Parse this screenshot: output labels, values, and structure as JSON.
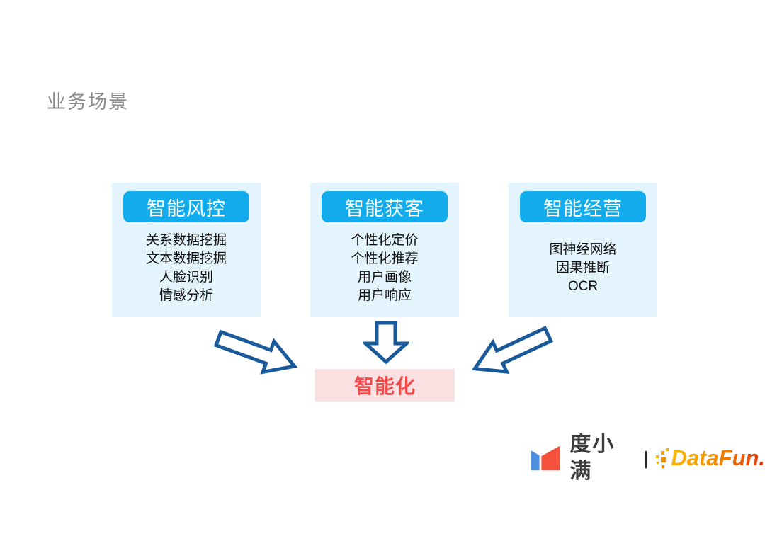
{
  "title": "业务场景",
  "scenarios": [
    {
      "header": "智能风控",
      "items": [
        "关系数据挖掘",
        "文本数据挖掘",
        "人脸识别",
        "情感分析"
      ]
    },
    {
      "header": "智能获客",
      "items": [
        "个性化定价",
        "个性化推荐",
        "用户画像",
        "用户响应"
      ]
    },
    {
      "header": "智能经营",
      "items": [
        "图神经网络",
        "因果推断",
        "OCR"
      ]
    }
  ],
  "result": {
    "label": "智能化"
  },
  "footer": {
    "brand": "度小满",
    "separator": "|",
    "partner": "DataFun."
  },
  "colors": {
    "title_text": "#8a8a8a",
    "header_bg": "#12acec",
    "box_bg": "#e4f4fc",
    "item_text": "#111111",
    "arrow_stroke": "#1a5a9a",
    "result_bg": "#fbe1e1",
    "result_text": "#f34b4b",
    "brand_blue": "#4e8fe0",
    "brand_red": "#f4513d",
    "datafun_orange": "#f59a00",
    "datafun_red": "#e82c0c"
  }
}
